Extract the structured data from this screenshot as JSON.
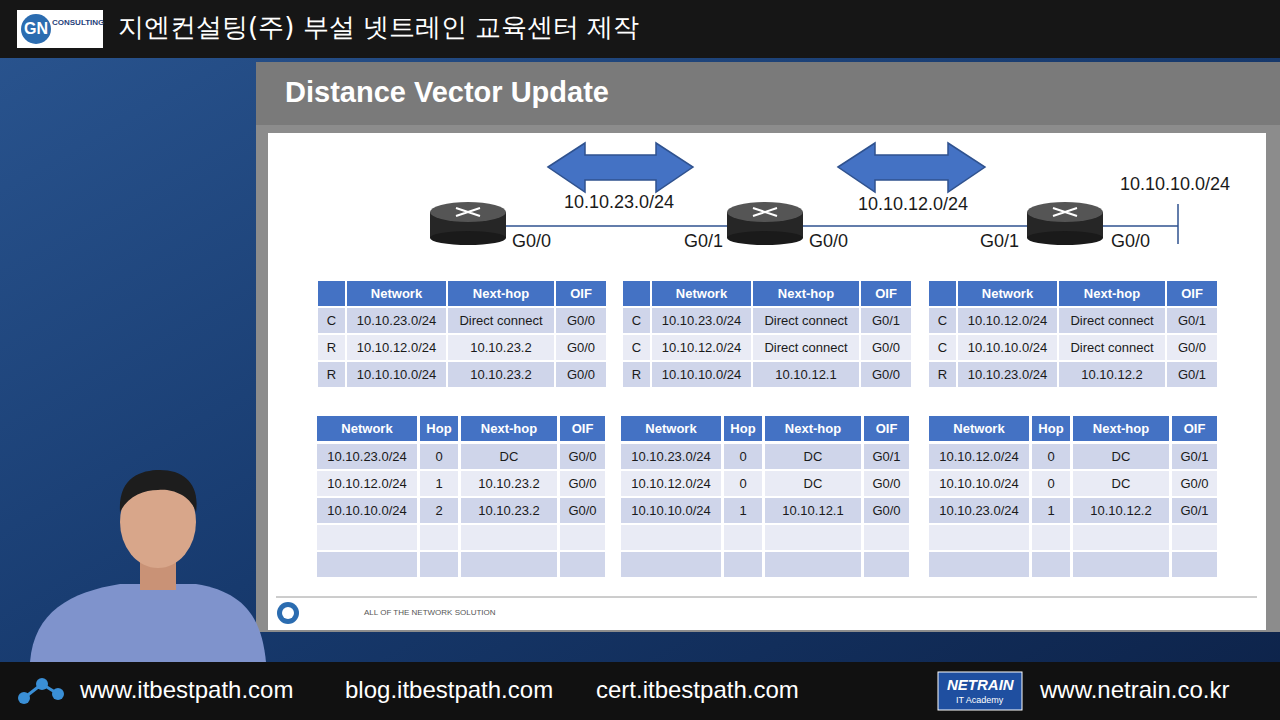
{
  "diagram": {
    "title": "Distance Vector Update",
    "labels": [
      "GN",
      "CONSULTING",
      "지엔컨설팅(주) 부설 넷트레인 교육센터 제작",
      "10.10.23.0/24",
      "10.10.12.0/24",
      "10.10.10.0/24",
      "G0/0",
      "G0/1",
      "G0/0",
      "G0/1",
      "G0/0",
      "Network",
      "Next-hop",
      "OIF",
      "C",
      "10.10.23.0/24",
      "Direct connect",
      "G0/0",
      "R",
      "10.10.12.0/24",
      "10.10.23.2",
      "G0/0",
      "R",
      "10.10.10.0/24",
      "10.10.23.2",
      "G0/0",
      "Network",
      "Next-hop",
      "OIF",
      "C",
      "10.10.23.0/24",
      "Direct connect",
      "G0/1",
      "C",
      "10.10.12.0/24",
      "Direct connect",
      "G0/0",
      "R",
      "10.10.10.0/24",
      "10.10.12.1",
      "G0/0",
      "Network",
      "Next-hop",
      "OIF",
      "C",
      "10.10.12.0/24",
      "Direct connect",
      "G0/1",
      "C",
      "10.10.10.0/24",
      "Direct connect",
      "G0/0",
      "R",
      "10.10.23.0/24",
      "10.10.12.2",
      "G0/1",
      "Network",
      "Hop",
      "Next-hop",
      "OIF",
      "10.10.23.0/24",
      "0",
      "DC",
      "G0/0",
      "10.10.12.0/24",
      "1",
      "10.10.23.2",
      "G0/0",
      "10.10.10.0/24",
      "2",
      "10.10.23.2",
      "G0/0",
      "Network",
      "Hop",
      "Next-hop",
      "OIF",
      "10.10.23.0/24",
      "0",
      "DC",
      "G0/1",
      "10.10.12.0/24",
      "0",
      "DC",
      "G0/0",
      "10.10.10.0/24",
      "1",
      "10.10.12.1",
      "G0/0",
      "Network",
      "Hop",
      "Next-hop",
      "OIF",
      "10.10.12.0/24",
      "0",
      "DC",
      "G0/1",
      "10.10.10.0/24",
      "0",
      "DC",
      "G0/0",
      "10.10.23.0/24",
      "1",
      "10.10.12.2",
      "G0/1",
      "ALL OF THE NETWORK SOLUTION",
      "www.itbestpath.com",
      "blog.itbestpath.com",
      "cert.itbestpath.com",
      "NETRAIN",
      "IT Academy",
      "www.netrain.co.kr"
    ]
  }
}
